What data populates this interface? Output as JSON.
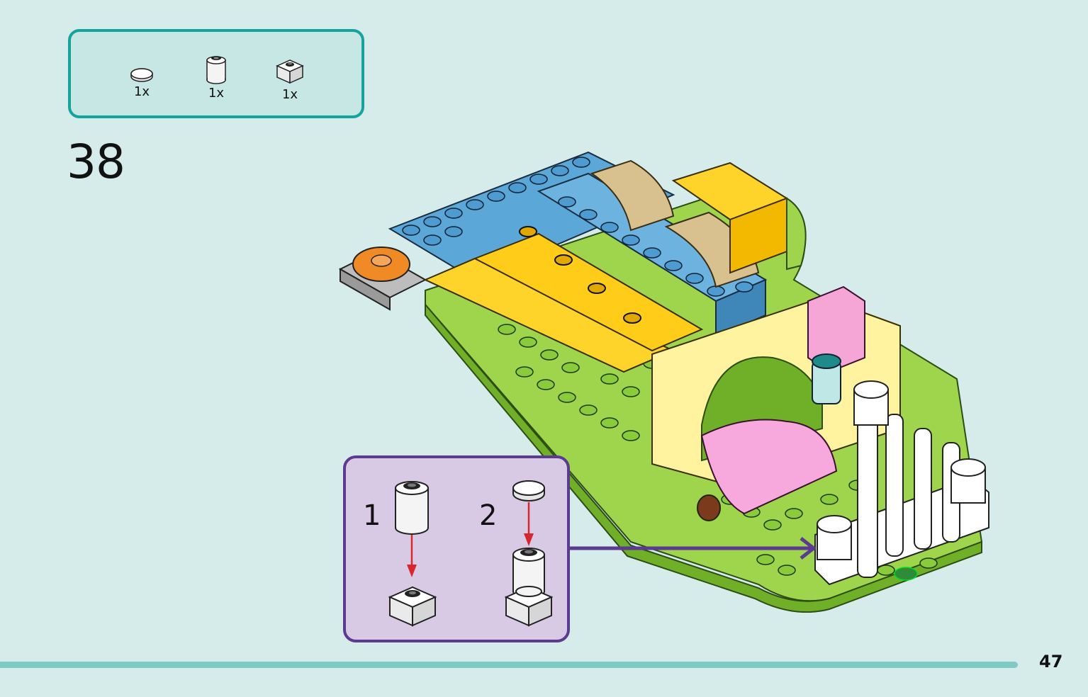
{
  "parts_list": [
    {
      "icon": "white-round-tile-icon",
      "quantity": "1x"
    },
    {
      "icon": "white-round-brick-icon",
      "quantity": "1x"
    },
    {
      "icon": "white-square-brick-icon",
      "quantity": "1x"
    }
  ],
  "step": {
    "number": "38"
  },
  "callout": {
    "substeps": [
      {
        "number": "1"
      },
      {
        "number": "2"
      }
    ]
  },
  "page": {
    "number": "47"
  },
  "colors": {
    "background": "#d5ecea",
    "parts_border": "#17a39d",
    "callout_border": "#5b3a8f",
    "callout_fill": "#d8cae4",
    "arrow": "#d7262e",
    "footer_bar": "#7fcac5"
  }
}
